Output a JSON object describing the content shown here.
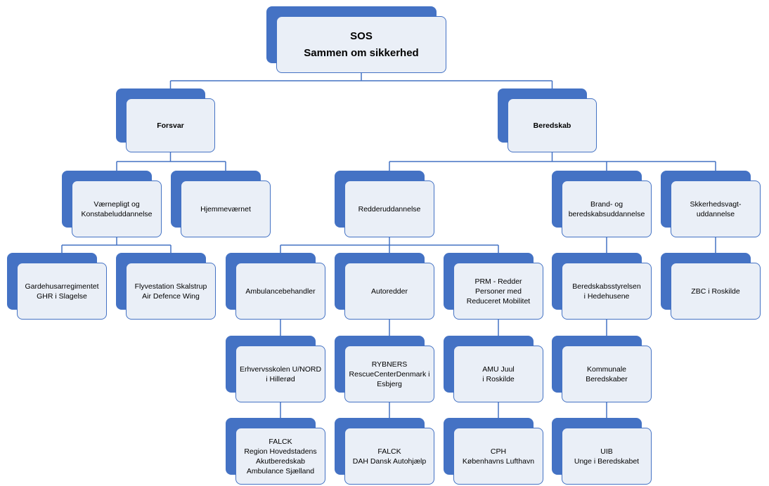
{
  "root": {
    "lines": [
      "SOS",
      "Sammen om sikkerhed"
    ]
  },
  "forsvar": {
    "lines": [
      "Forsvar"
    ]
  },
  "beredskab": {
    "lines": [
      "Beredskab"
    ]
  },
  "vaernepligt": {
    "lines": [
      "Værnepligt og",
      "Konstabeluddannelse"
    ]
  },
  "hjemmevaernet": {
    "lines": [
      "Hjemmeværnet"
    ]
  },
  "redderuddannelse": {
    "lines": [
      "Redderuddannelse"
    ]
  },
  "brand": {
    "lines": [
      "Brand- og",
      "beredskabsuddannelse"
    ]
  },
  "skkerhedsvagt": {
    "lines": [
      "Skkerhedsvagt-",
      "uddannelse"
    ]
  },
  "gardehus": {
    "lines": [
      "Gardehusarregimentet",
      "GHR i Slagelse"
    ]
  },
  "flyvestation": {
    "lines": [
      "Flyvestation Skalstrup",
      "Air Defence Wing"
    ]
  },
  "ambulance": {
    "lines": [
      "Ambulancebehandler"
    ]
  },
  "autoredder": {
    "lines": [
      "Autoredder"
    ]
  },
  "prm": {
    "lines": [
      "PRM - Redder",
      "Personer med",
      "Reduceret Mobilitet"
    ]
  },
  "beredskabsstyrelsen": {
    "lines": [
      "Beredskabsstyrelsen",
      "i Hedehusene"
    ]
  },
  "zbc": {
    "lines": [
      "ZBC i Roskilde"
    ]
  },
  "erhverv": {
    "lines": [
      "Erhvervsskolen U/NORD",
      "i Hillerød"
    ]
  },
  "rybners": {
    "lines": [
      "RYBNERS",
      "RescueCenterDenmark i",
      "Esbjerg"
    ]
  },
  "amu": {
    "lines": [
      "AMU Juul",
      "i Roskilde"
    ]
  },
  "kommunale": {
    "lines": [
      "Kommunale",
      "Beredskaber"
    ]
  },
  "falck1": {
    "lines": [
      "FALCK",
      "Region Hovedstadens",
      "Akutberedskab",
      "Ambulance Sjælland"
    ]
  },
  "falck2": {
    "lines": [
      "FALCK",
      "DAH Dansk Autohjælp"
    ]
  },
  "cph": {
    "lines": [
      "CPH",
      "Københavns Lufthavn"
    ]
  },
  "uib": {
    "lines": [
      "UIB",
      "Unge i Beredskabet"
    ]
  },
  "colors": {
    "accent": "#4472C4",
    "box_fill": "#eaeff7"
  }
}
